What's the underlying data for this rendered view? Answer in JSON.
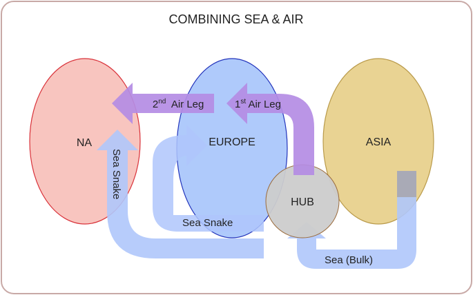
{
  "title": "COMBINING SEA & AIR",
  "regions": {
    "na": "NA",
    "europe": "EUROPE",
    "asia": "ASIA",
    "hub": "HUB"
  },
  "arrows": {
    "first_air_leg_sup": "st",
    "first_air_leg_num": "1",
    "first_air_leg_text": " Air Leg",
    "second_air_leg_num": "2",
    "second_air_leg_sup": "nd",
    "second_air_leg_text": "  Air Leg",
    "sea_snake_inner": "Sea Snake",
    "sea_snake_vertical": "Sea Snake",
    "sea_bulk": "Sea (Bulk)"
  },
  "colors": {
    "frame_border": "#c8a9a6",
    "na_fill": "#f8c5bf",
    "na_stroke": "#d9323a",
    "europe_fill": "#6d9ef8",
    "europe_stroke": "#2233bb",
    "asia_fill": "#e9d393",
    "asia_stroke": "#b99a4a",
    "hub_fill": "#cccccc",
    "hub_stroke": "#9a6a3a",
    "air_arrow": "#b48ce4",
    "sea_arrow": "#afc6fb",
    "bulk_stub": "#a9a9b2"
  }
}
